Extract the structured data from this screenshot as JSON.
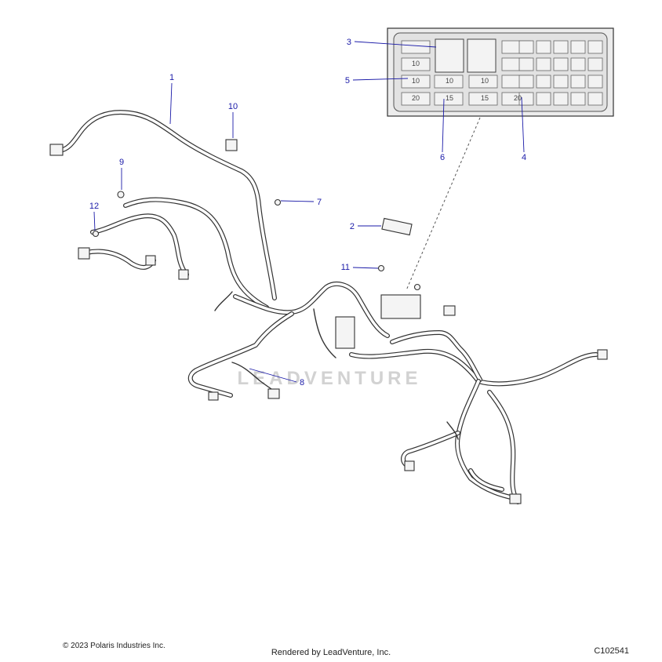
{
  "diagram": {
    "callouts": [
      {
        "id": "c1",
        "num": "1"
      },
      {
        "id": "c2",
        "num": "2"
      },
      {
        "id": "c3",
        "num": "3"
      },
      {
        "id": "c4",
        "num": "4"
      },
      {
        "id": "c5",
        "num": "5"
      },
      {
        "id": "c6",
        "num": "6"
      },
      {
        "id": "c7",
        "num": "7"
      },
      {
        "id": "c8",
        "num": "8"
      },
      {
        "id": "c9",
        "num": "9"
      },
      {
        "id": "c10",
        "num": "10"
      },
      {
        "id": "c11",
        "num": "11"
      },
      {
        "id": "c12",
        "num": "12"
      }
    ],
    "fuse_labels": [
      "10",
      "10",
      "10",
      "10",
      "20",
      "15",
      "15",
      "20"
    ],
    "watermark": "LEADVENTURE",
    "colors": {
      "callout": "#1a1aa8",
      "line": "#333333",
      "watermark": "#d2d2d2"
    }
  },
  "footer": {
    "copyright": "© 2023 Polaris Industries Inc.",
    "rendered_by": "Rendered by LeadVenture, Inc.",
    "diagram_id": "C102541"
  }
}
